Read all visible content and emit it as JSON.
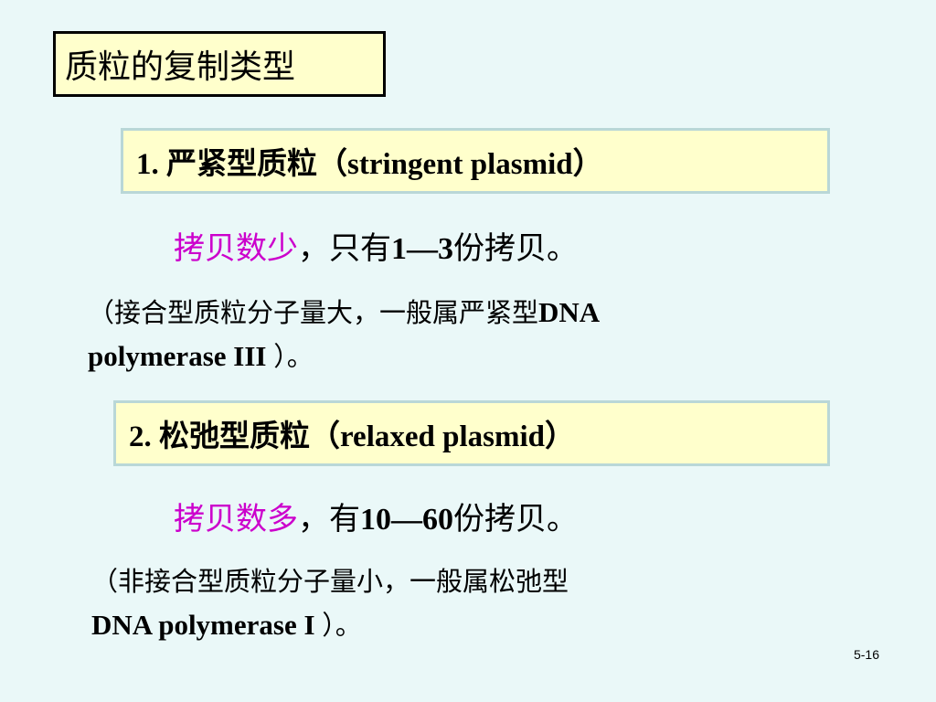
{
  "slide": {
    "title": "质粒的复制类型",
    "section1": {
      "label": "1. 严紧型质粒（stringent plasmid）",
      "count_highlight": "拷贝数少",
      "count_rest_prefix": "，只有",
      "count_range": "1—3",
      "count_suffix": "份拷贝。",
      "note_line1_cn": "（接合型质粒分子量大，一般属严紧型",
      "note_line1_latin": "DNA",
      "note_line2_latin": "polymerase III ",
      "note_line2_end": "）。"
    },
    "section2": {
      "label": "2. 松弛型质粒（relaxed plasmid）",
      "count_highlight": "拷贝数多",
      "count_rest_prefix": "，有",
      "count_range": "10—60",
      "count_suffix": "份拷贝。",
      "note_line1_cn": "（非接合型质粒分子量小，一般属松弛型",
      "note_line2_latin": "DNA polymerase I ",
      "note_line2_end": "）。"
    },
    "page_number": "5-16"
  },
  "colors": {
    "background": "#eaf8f8",
    "box_fill": "#ffffcc",
    "highlight": "#cc00cc"
  }
}
